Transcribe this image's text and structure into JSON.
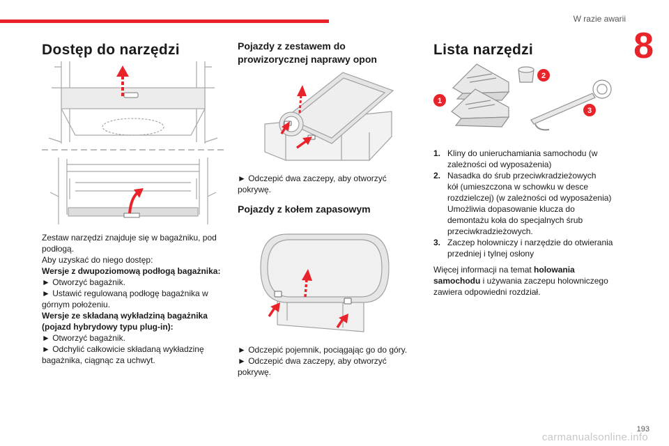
{
  "header": {
    "section": "W razie awarii",
    "chapter": "8"
  },
  "col1": {
    "title": "Dostęp do narzędzi",
    "lines": [
      "Zestaw narzędzi znajduje się w bagażniku, pod",
      "podłogą.",
      "Aby uzyskać do niego dostęp:",
      "Wersje z dwupoziomową podłogą bagażnika:",
      "► Otworzyć bagażnik.",
      "► Ustawić regulowaną podłogę bagażnika w",
      "górnym położeniu.",
      "Wersje ze składaną wykładziną bagażnika",
      "(pojazd hybrydowy typu plug-in):",
      "► Otworzyć bagażnik.",
      "► Odchylić całkowicie składaną wykładzinę",
      "bagażnika, ciągnąc za uchwyt."
    ]
  },
  "col2": {
    "title1": "Pojazdy z zestawem do prowizorycznej naprawy opon",
    "text1": [
      "► Odczepić dwa zaczepy, aby otworzyć",
      "pokrywę."
    ],
    "title2": "Pojazdy z kołem zapasowym",
    "text2": [
      "► Odczepić pojemnik, pociągając go do góry.",
      "► Odczepić dwa zaczepy, aby otworzyć",
      "pokrywę."
    ]
  },
  "col3": {
    "title": "Lista narzędzi",
    "callouts": [
      "1",
      "2",
      "3"
    ],
    "items": [
      {
        "num": "1.",
        "lines": [
          "Kliny do unieruchamiania samochodu (w",
          "zależności od wyposażenia)"
        ]
      },
      {
        "num": "2.",
        "lines": [
          "Nasadka do śrub przeciwkradzieżowych",
          "kół (umieszczona w schowku w desce",
          "rozdzielczej) (w zależności od wyposażenia)",
          "Umożliwia dopasowanie klucza do",
          "demontażu koła do specjalnych śrub",
          "przeciwkradzieżowych."
        ]
      },
      {
        "num": "3.",
        "lines": [
          "Zaczep holowniczy i narzędzie do otwierania",
          "przedniej i tylnej osłony"
        ]
      }
    ],
    "note_prefix": "Więcej informacji na temat ",
    "note_bold": "holowania samochodu",
    "note_suffix": " i używania zaczepu holowniczego zawiera odpowiedni rozdział."
  },
  "footer": {
    "page": "193",
    "watermark": "carmanualsonline.info"
  },
  "colors": {
    "accent": "#e8232a",
    "line": "#9a9a9a",
    "fill": "#e6e6e6"
  }
}
